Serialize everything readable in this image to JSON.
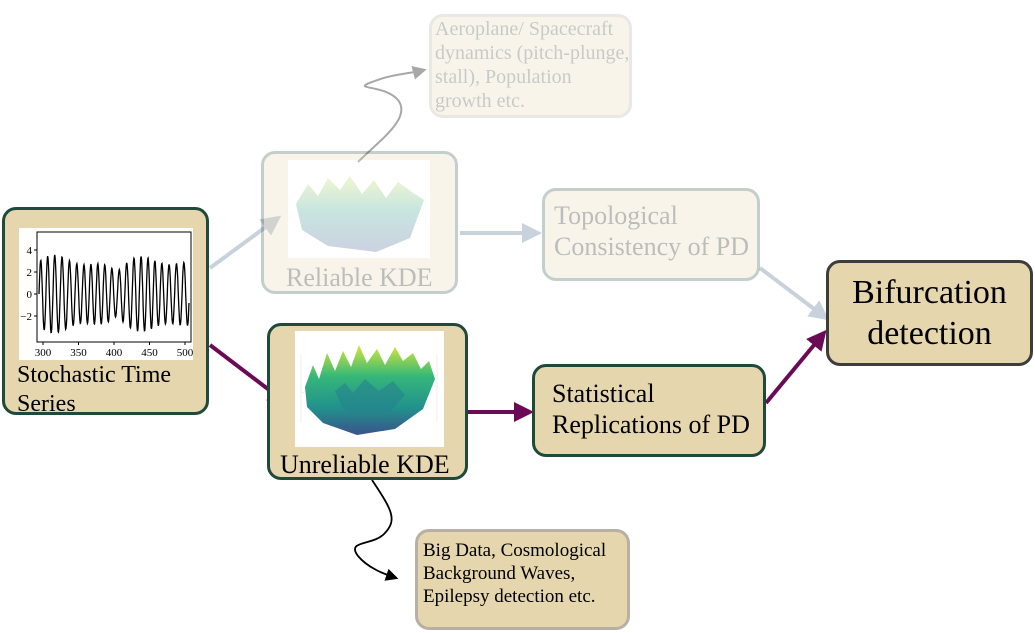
{
  "nodes": {
    "stochastic": {
      "label": "Stochastic Time Series"
    },
    "reliable_kde": {
      "label": "Reliable KDE"
    },
    "unreliable_kde": {
      "label": "Unreliable KDE"
    },
    "topological": {
      "label": "Topological Consistency of PD"
    },
    "statistical": {
      "label": "Statistical Replications of PD"
    },
    "bifurcation": {
      "label": "Bifurcation detection"
    },
    "applications_reliable": {
      "label": "Aeroplane/ Spacecraft dynamics (pitch-plunge, stall), Population growth etc."
    },
    "applications_unreliable": {
      "label": "Big Data, Cosmological Background Waves, Epilepsy detection etc."
    }
  },
  "time_series_plot": {
    "x_ticks": [
      "300",
      "350",
      "400",
      "450",
      "500"
    ],
    "y_ticks": [
      "4",
      "2",
      "0",
      "−2"
    ]
  },
  "colors": {
    "box_fill": "#e6d6ae",
    "box_border": "#1f4a3a",
    "bifurcation_border": "#3d3d3d",
    "active_arrow": "#6b0a55",
    "inactive_arrow": "#c9d2dc"
  }
}
